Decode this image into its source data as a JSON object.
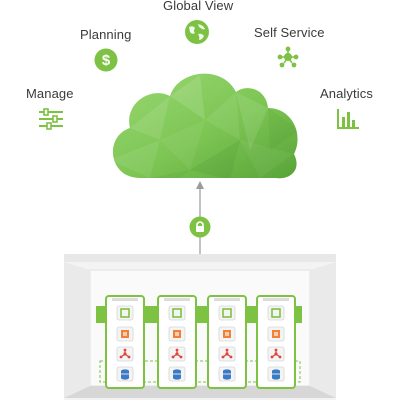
{
  "labels": {
    "global_view": "Global View",
    "planning": "Planning",
    "self_service": "Self Service",
    "manage": "Manage",
    "analytics": "Analytics"
  },
  "icons": {
    "global_view": "globe-icon",
    "planning": "dollar-icon",
    "self_service": "users-network-icon",
    "manage": "sliders-icon",
    "analytics": "bar-chart-icon",
    "connector": "lock-icon",
    "infrastructure": [
      "chip-icon",
      "network-icon",
      "hub-icon",
      "database-icon"
    ]
  },
  "colors": {
    "accent_green": "#7dc242",
    "cloud_light": "#8dd36a",
    "cloud_dark": "#5fa83b",
    "orange": "#f0813a",
    "red": "#e0443a",
    "blue": "#3b7ac4",
    "text": "#3a3a3a"
  }
}
